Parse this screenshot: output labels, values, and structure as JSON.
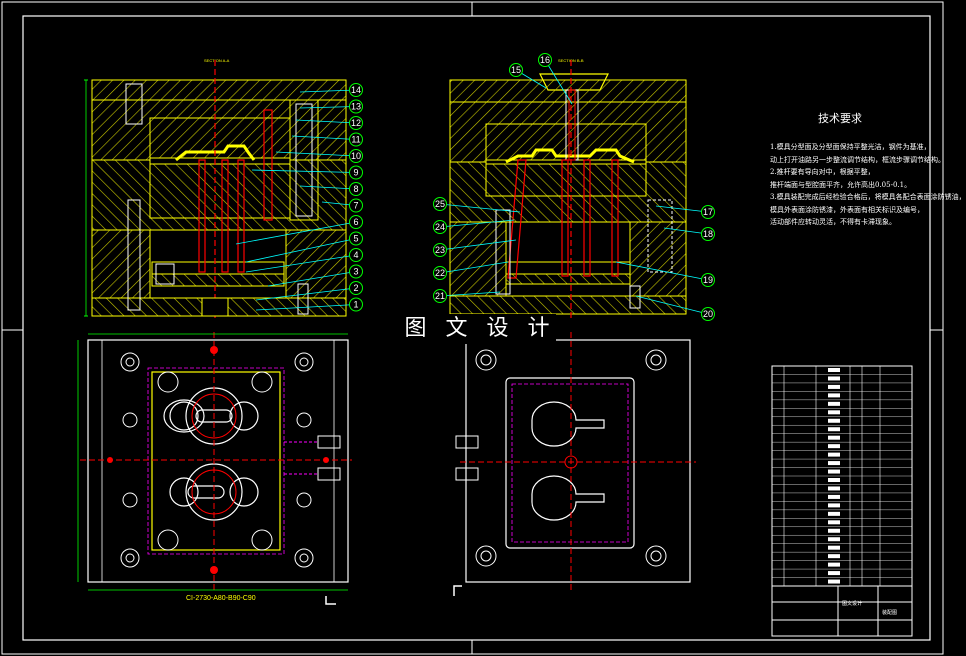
{
  "drawing_title": "图 文 设 计",
  "section_a_label": "SECTION A-A",
  "section_b_label": "SECTION B-B",
  "bottom_dim_label": "CI-2730-A80-B90-C90",
  "tech_requirements": {
    "title": "技术要求",
    "lines": [
      "1.模具分型面及分型面保持平整光洁，钢件为基准，",
      "动上打开油路另一步整流调节结构，框流步骤调节结构。",
      "2.推杆要有导向对中，根据平整，",
      "推杆端面与型腔面平齐，允许高出0.05-0.1。",
      "3.模具装配完成后经检验合格后，将模具各配合表面涂防锈油，",
      "模具外表面涂防锈漆，外表面有相关标识及编号，",
      "活动部件应转动灵活，不得有卡滞现象。"
    ]
  },
  "left_callouts": [
    "14",
    "13",
    "12",
    "11",
    "10",
    "9",
    "8",
    "7",
    "6",
    "5",
    "4",
    "3",
    "2",
    "1"
  ],
  "right_callouts_left": [
    "25",
    "24",
    "23",
    "22",
    "21"
  ],
  "right_callouts_right": [
    "17",
    "18",
    "19",
    "20"
  ],
  "top_callouts": [
    "15",
    "16"
  ],
  "title_block": {
    "row_count": 26,
    "footer_left": "图文设计",
    "footer_right": "装配图"
  },
  "colors": {
    "background": "#000000",
    "outline": "#ffff00",
    "hatch": "#c8c800",
    "part_red": "#ff0000",
    "leader_cyan": "#00ffff",
    "dash_magenta": "#ff00ff",
    "callout_green": "#00ff00",
    "frame_white": "#ffffff"
  }
}
